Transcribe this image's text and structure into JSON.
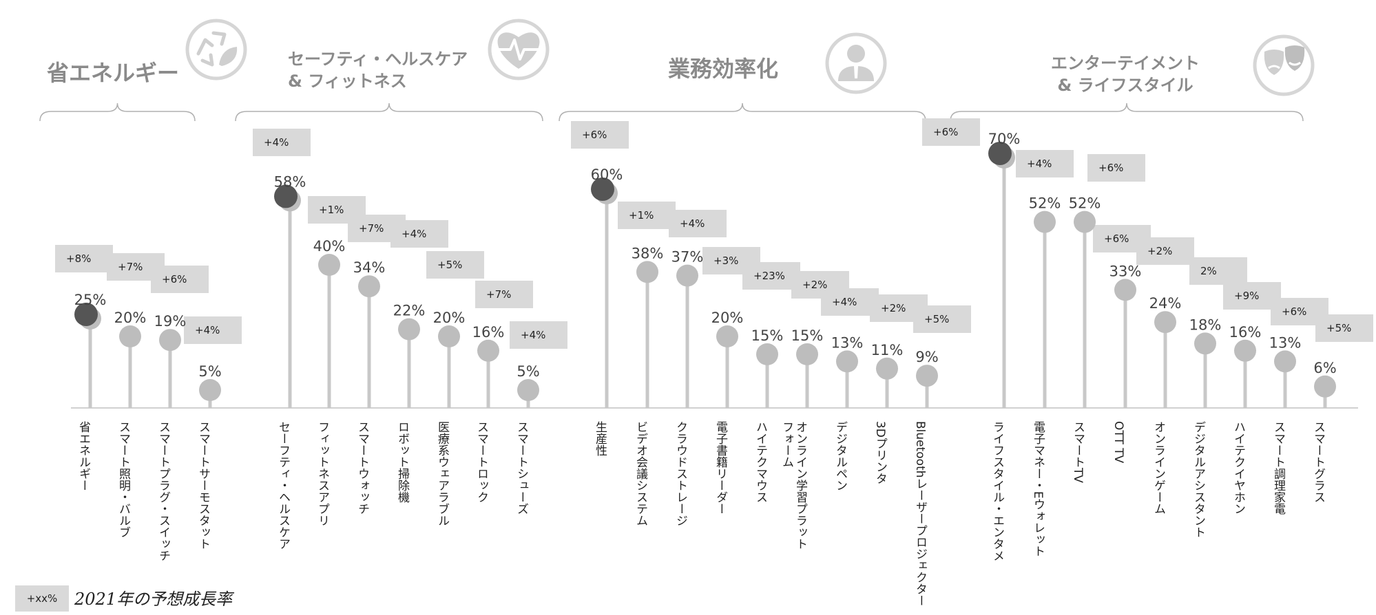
{
  "chart_data": {
    "type": "lollipop",
    "colors": {
      "stem": "#c8c8c8",
      "dot": "#bdbdbd",
      "highlight": "#555555",
      "growth_box": "#d9d9d9",
      "icon_ring": "#d6d6d6"
    },
    "ylim": [
      0,
      75
    ],
    "groups": [
      {
        "title_lines": [
          "省エネルギー"
        ],
        "icon": "recycle-leaf-icon",
        "items": [
          {
            "label": "省エネルギー",
            "value": 25,
            "value_label": "25%",
            "growth": "+8%",
            "highlight": true
          },
          {
            "label": "スマート照明・バルブ",
            "value": 20,
            "value_label": "20%",
            "growth": "+7%"
          },
          {
            "label": "スマートプラグ・スイッチ",
            "value": 19,
            "value_label": "19%",
            "growth": "+6%"
          },
          {
            "label": "スマートサーモスタット",
            "value": 5,
            "value_label": "5%",
            "growth": "+4%"
          }
        ]
      },
      {
        "title_lines": [
          "セーフティ・ヘルスケア",
          "& フィットネス"
        ],
        "icon": "heart-pulse-icon",
        "items": [
          {
            "label": "セーフティ・ヘルスケア",
            "value": 58,
            "value_label": "58%",
            "growth": "+4%",
            "highlight": true
          },
          {
            "label": "フィットネスアプリ",
            "value": 40,
            "value_label": "40%",
            "growth": "+1%"
          },
          {
            "label": "スマートウォッチ",
            "value": 34,
            "value_label": "34%",
            "growth": "+7%"
          },
          {
            "label": "ロボット掃除機",
            "value": 22,
            "value_label": "22%",
            "growth": "+4%"
          },
          {
            "label": "医療系ウェアラブル",
            "value": 20,
            "value_label": "20%",
            "growth": "+5%"
          },
          {
            "label": "スマートロック",
            "value": 16,
            "value_label": "16%",
            "growth": "+7%"
          },
          {
            "label": "スマートシューズ",
            "value": 5,
            "value_label": "5%",
            "growth": "+4%"
          }
        ]
      },
      {
        "title_lines": [
          "業務効率化"
        ],
        "icon": "businessman-icon",
        "items": [
          {
            "label": "生産性",
            "value": 60,
            "value_label": "60%",
            "growth": "+6%",
            "highlight": true
          },
          {
            "label": "ビデオ会議システム",
            "value": 38,
            "value_label": "38%",
            "growth": "+1%"
          },
          {
            "label": "クラウドストレージ",
            "value": 37,
            "value_label": "37%",
            "growth": "+4%"
          },
          {
            "label": "電子書籍リーダー",
            "value": 20,
            "value_label": "20%",
            "growth": "+3%"
          },
          {
            "label": "ハイテクマウス",
            "value": 15,
            "value_label": "15%",
            "growth": "+23%"
          },
          {
            "label": "オンライン学習プラット\nフォーム",
            "value": 15,
            "value_label": "15%",
            "growth": "+2%"
          },
          {
            "label": "デジタルペン",
            "value": 13,
            "value_label": "13%",
            "growth": "+4%"
          },
          {
            "label": "3Dプリンタ",
            "value": 11,
            "value_label": "11%",
            "growth": "+2%"
          },
          {
            "label": "Bluetoothレーザープロジェクター",
            "value": 9,
            "value_label": "9%",
            "growth": "+5%"
          }
        ]
      },
      {
        "title_lines": [
          "エンターテイメント",
          "& ライフスタイル"
        ],
        "icon": "theater-masks-icon",
        "items": [
          {
            "label": "ライフスタイル・エンタメ",
            "value": 70,
            "value_label": "70%",
            "growth": "+6%",
            "highlight": true
          },
          {
            "label": "電子マネー・Eウォレット",
            "value": 52,
            "value_label": "52%",
            "growth": "+4%"
          },
          {
            "label": "スマートTV",
            "value": 52,
            "value_label": "52%",
            "growth": "+6%"
          },
          {
            "label": "OTT TV",
            "value": 33,
            "value_label": "33%",
            "growth": "+6%"
          },
          {
            "label": "オンラインゲーム",
            "value": 24,
            "value_label": "24%",
            "growth": "+2%"
          },
          {
            "label": "デジタルアシスタント",
            "value": 18,
            "value_label": "18%",
            "growth": "2%"
          },
          {
            "label": "ハイテクイヤホン",
            "value": 16,
            "value_label": "16%",
            "growth": "+9%"
          },
          {
            "label": "スマート調理家電",
            "value": 13,
            "value_label": "13%",
            "growth": "+6%"
          },
          {
            "label": "スマートグラス",
            "value": 6,
            "value_label": "6%",
            "growth": "+5%"
          }
        ]
      }
    ],
    "legend": {
      "box_label": "+xx%",
      "text": "2021年の予想成長率"
    }
  }
}
